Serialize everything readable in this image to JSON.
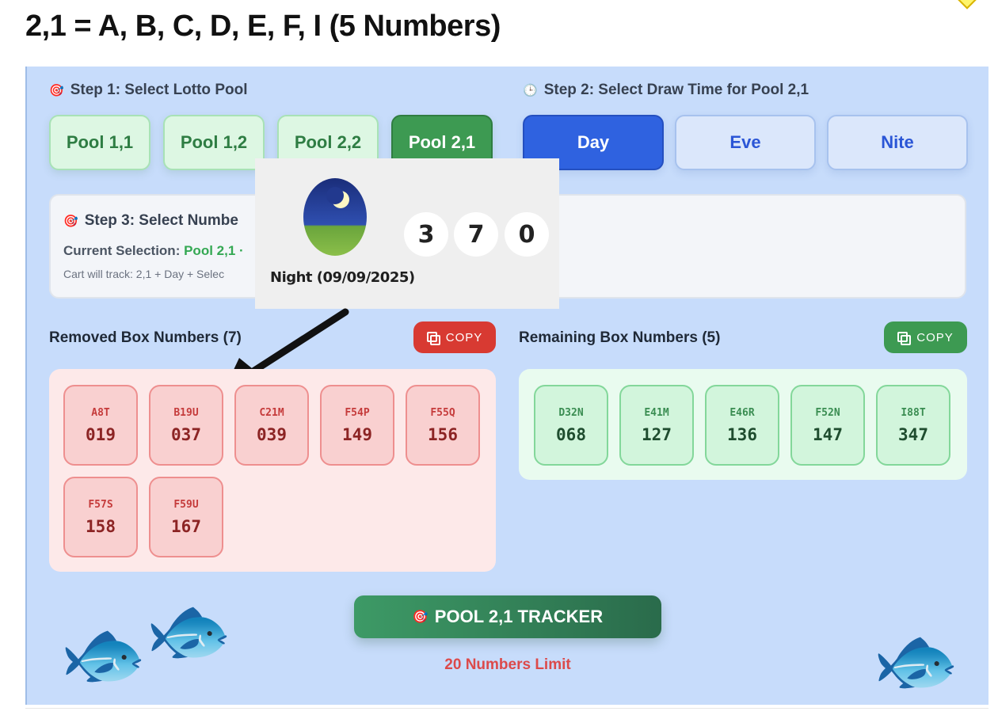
{
  "title": "2,1 = A, B, C, D, E, F, I (5 Numbers)",
  "step1": {
    "label": "Step 1: Select Lotto Pool",
    "icon": "target-icon",
    "pools": [
      "Pool 1,1",
      "Pool 1,2",
      "Pool 2,2",
      "Pool 2,1"
    ],
    "active": "Pool 2,1"
  },
  "step2": {
    "label": "Step 2: Select Draw Time for Pool 2,1",
    "icon": "clock-icon",
    "times": [
      "Day",
      "Eve",
      "Nite"
    ],
    "active": "Day"
  },
  "step3": {
    "label": "Step 3: Select Numbe",
    "current_prefix": "Current Selection:",
    "current_value": "Pool 2,1 ·",
    "cart": "Cart will track: 2,1 + Day + Selec"
  },
  "popup": {
    "label": "Night (09/09/2025)",
    "balls": [
      "3",
      "7",
      "0"
    ]
  },
  "removed": {
    "label": "Removed Box Numbers (7)",
    "copy": "COPY",
    "items": [
      {
        "code": "A8T",
        "num": "019"
      },
      {
        "code": "B19U",
        "num": "037"
      },
      {
        "code": "C21M",
        "num": "039"
      },
      {
        "code": "F54P",
        "num": "149"
      },
      {
        "code": "F55Q",
        "num": "156"
      },
      {
        "code": "F57S",
        "num": "158"
      },
      {
        "code": "F59U",
        "num": "167"
      }
    ]
  },
  "remaining": {
    "label": "Remaining Box Numbers (5)",
    "copy": "COPY",
    "items": [
      {
        "code": "D32N",
        "num": "068"
      },
      {
        "code": "E41M",
        "num": "127"
      },
      {
        "code": "E46R",
        "num": "136"
      },
      {
        "code": "F52N",
        "num": "147"
      },
      {
        "code": "I88T",
        "num": "347"
      }
    ]
  },
  "tracker": {
    "label": "POOL 2,1 TRACKER",
    "icon": "target-icon",
    "limit": "20 Numbers Limit"
  },
  "colors": {
    "panel": "#c7dcfb",
    "green": "#3d9a52",
    "blue": "#2f62e0",
    "red": "#d83a32"
  }
}
